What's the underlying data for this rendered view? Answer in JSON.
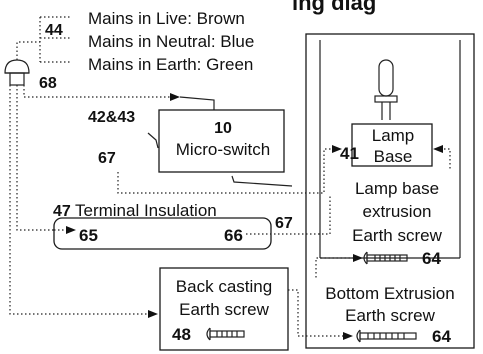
{
  "title_fragment": "ing diag",
  "legend": {
    "live": "Mains in Live: Brown",
    "neutral": "Mains in Neutral: Blue",
    "earth": "Mains in Earth: Green"
  },
  "labels": {
    "n44": "44",
    "n68": "68",
    "n42_43": "42&43",
    "n10": "10",
    "microswitch": "Micro-switch",
    "n67_left": "67",
    "n41": "41",
    "lamp": "Lamp",
    "base": "Base",
    "lamp_base_ext_1": "Lamp base",
    "lamp_base_ext_2": "extrusion",
    "lamp_base_ext_3": "Earth screw",
    "n47": "47",
    "terminal_insulation": "Terminal Insulation",
    "n65": "65",
    "n66": "66",
    "n67_right": "67",
    "n64_top": "64",
    "back_casting_1": "Back casting",
    "back_casting_2": "Earth screw",
    "n48": "48",
    "bottom_ext_1": "Bottom Extrusion",
    "bottom_ext_2": "Earth screw",
    "n64_bottom": "64"
  },
  "icons": {
    "screw": "screw-icon",
    "bulb": "bulb-icon",
    "plug": "plug-icon"
  }
}
